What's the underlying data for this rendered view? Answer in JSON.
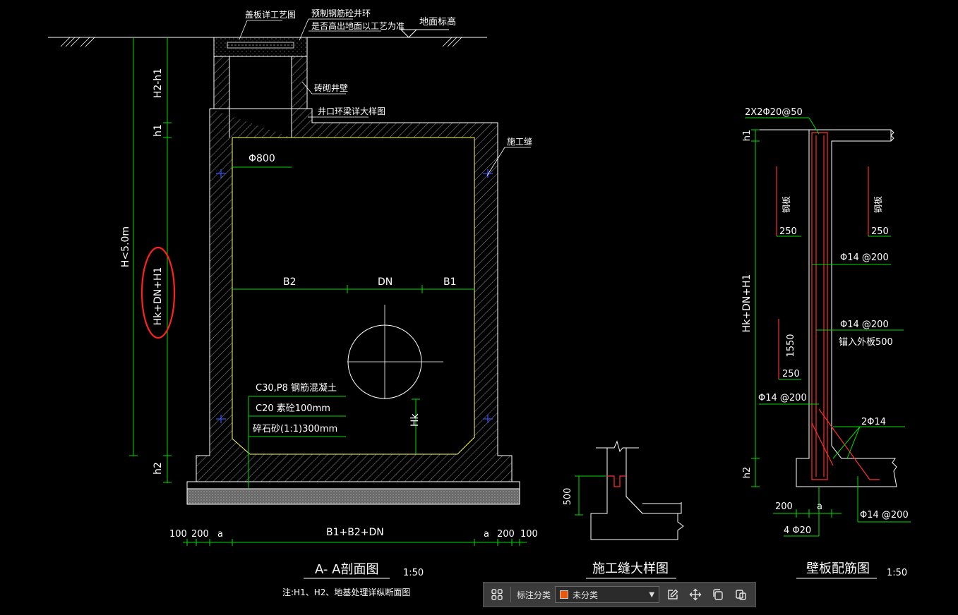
{
  "colors": {
    "outline": "#ffffff",
    "concrete_edge": "#ffff66",
    "dimension": "#00dd00",
    "annotation": "#ffffff",
    "markup": "#ff2020",
    "rebar": "#ff3030",
    "anchor": "#3355ff",
    "category_swatch": "#e8590c"
  },
  "section": {
    "top_labels": {
      "cover_process": "盖板详工艺图",
      "precast_ring": "预制钢筋砼井环",
      "elevation_note": "是否高出地面以工艺为准",
      "ground_level": "地面标高"
    },
    "side_labels": {
      "brick_wall": "砖砌井壁",
      "ring_beam": "井口环梁详大样图",
      "joint": "施工缝"
    },
    "dims_left": {
      "h2_h1": "H2-h1",
      "h1": "h1",
      "hk_total": "Hk+DN+H1",
      "hk_limit": "H<5.0m",
      "h2": "h2"
    },
    "interior": {
      "opening": "Φ800",
      "b2": "B2",
      "dn": "DN",
      "b1": "B1",
      "hk": "Hk",
      "layer1": "C30,P8 钢筋混凝土",
      "layer2": "C20 素砼100mm",
      "layer3": "碎石砂(1:1)300mm"
    },
    "dims_bottom": {
      "d100a": "100",
      "d200a": "200",
      "a1": "a",
      "total": "B1+B2+DN",
      "a2": "a",
      "d200b": "200",
      "d100b": "100"
    },
    "title": "A- A剖面图",
    "scale": "1:50",
    "note": "注:H1、H2、地基处理详纵断面图"
  },
  "joint_detail": {
    "dim": "500",
    "title": "施工缝大样图"
  },
  "wall_rebar": {
    "top": "2X2Φ20@50",
    "h1": "h1",
    "hk_total": "Hk+DN+H1",
    "h2": "h2",
    "left_label": "钢板",
    "right_label": "钢板",
    "d250a": "250",
    "d250b": "250",
    "r1": "Φ14 @200",
    "r2": "Φ14 @200",
    "r2_note": "锚入外板500",
    "d1550": "1550",
    "d250c": "250",
    "r3": "Φ14 @200",
    "r4": "2Φ14",
    "d200": "200",
    "a": "a",
    "bottom": "4 Φ20",
    "r5": "Φ14 @200",
    "title": "壁板配筋图",
    "scale": "1:50"
  },
  "toolbar": {
    "category_label": "标注分类",
    "category_value": "未分类"
  }
}
